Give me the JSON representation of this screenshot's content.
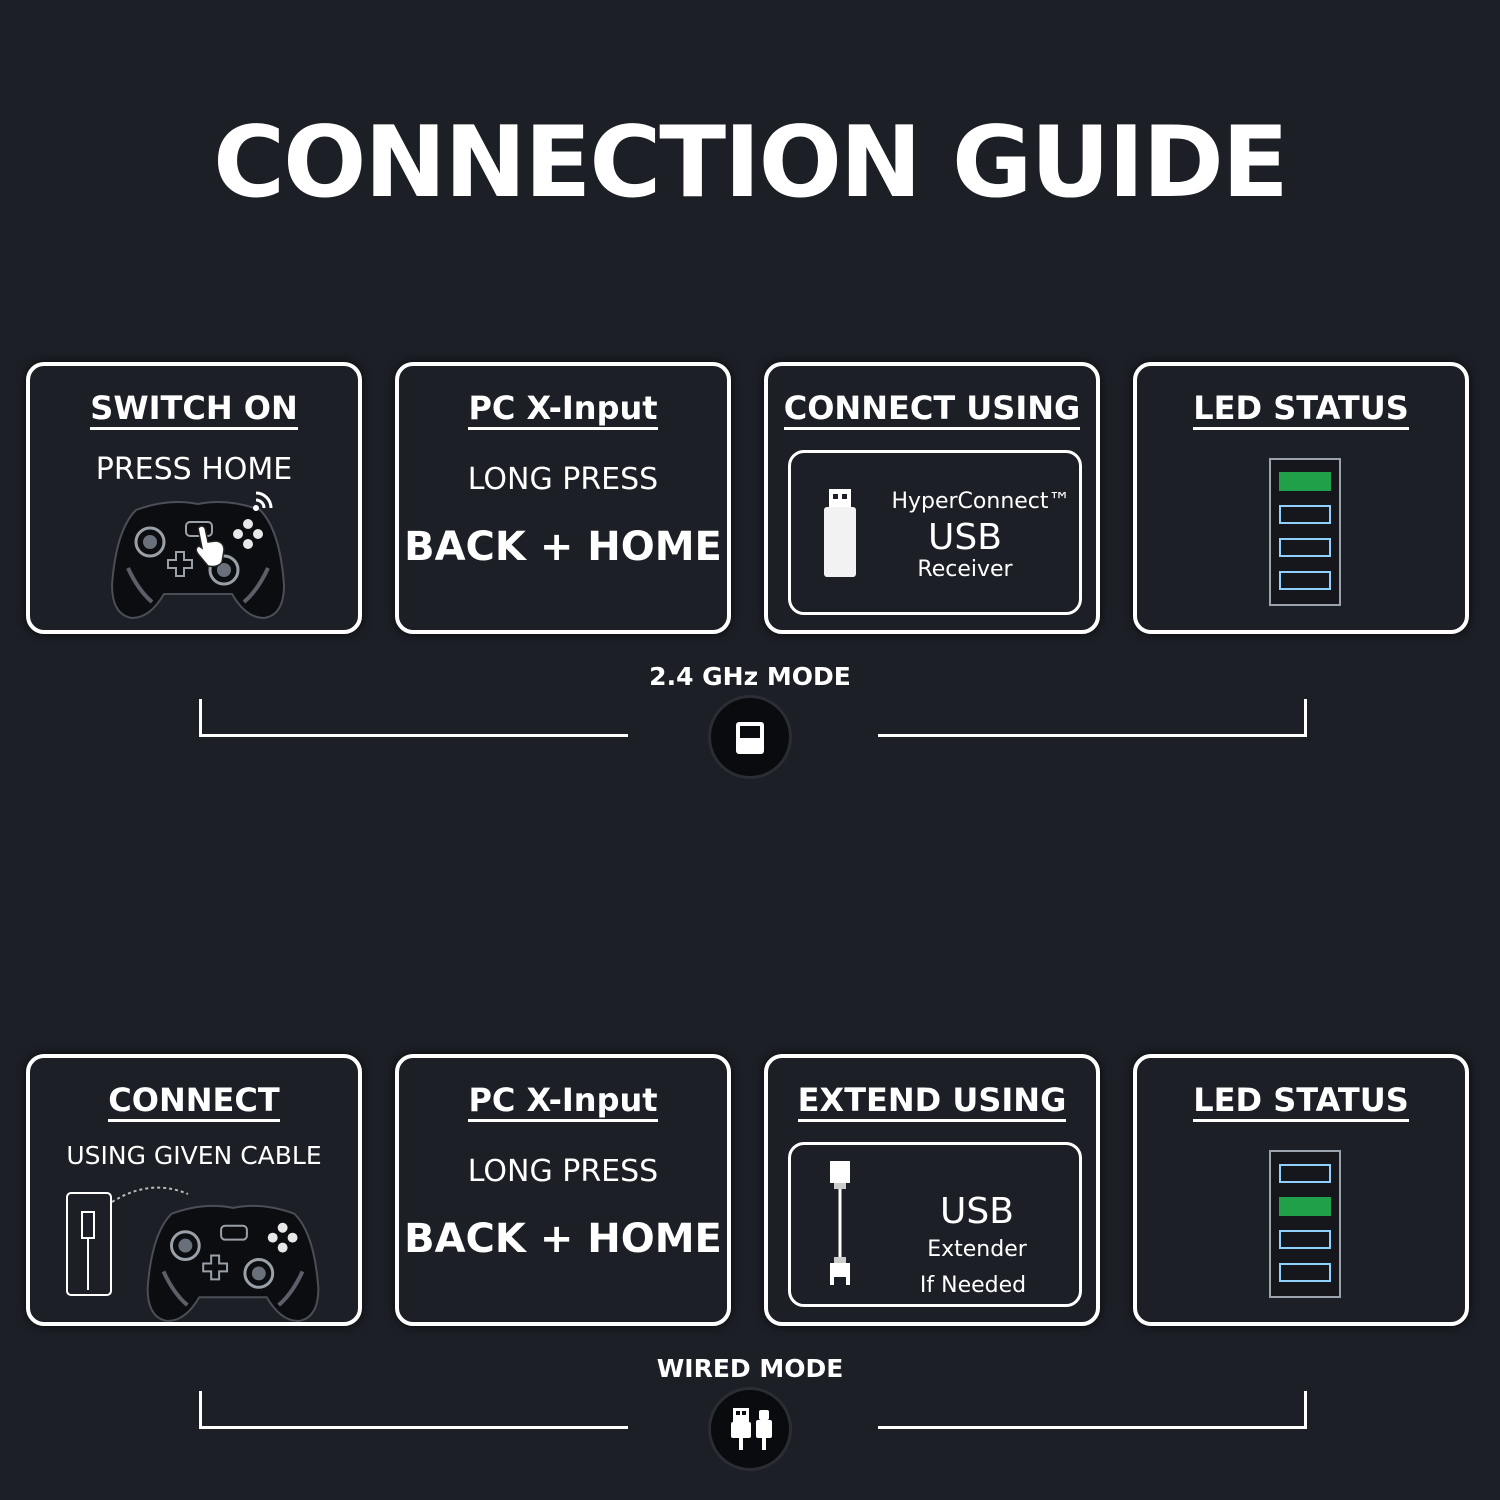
{
  "title": "CONNECTION GUIDE",
  "wireless": {
    "mode_label": "2.4 GHz MODE",
    "switch": {
      "title": "SWITCH ON",
      "sub": "PRESS HOME"
    },
    "pc": {
      "title": "PC X-Input",
      "sub": "LONG PRESS",
      "combo": "BACK + HOME"
    },
    "connect": {
      "title": "CONNECT USING",
      "brand": "HyperConnect™",
      "main": "USB",
      "sub": "Receiver"
    },
    "led": {
      "title": "LED STATUS",
      "lit": [
        1,
        0,
        0,
        0
      ]
    }
  },
  "wired": {
    "mode_label": "WIRED MODE",
    "connect": {
      "title": "CONNECT",
      "sub": "USING GIVEN CABLE"
    },
    "pc": {
      "title": "PC X-Input",
      "sub": "LONG PRESS",
      "combo": "BACK + HOME"
    },
    "extend": {
      "title": "EXTEND USING",
      "main": "USB",
      "sub": "Extender",
      "note": "If Needed"
    },
    "led": {
      "title": "LED STATUS",
      "lit": [
        0,
        1,
        0,
        0
      ]
    }
  },
  "icons": {
    "controller": "gamepad-icon",
    "receiver": "usb-dongle-icon",
    "cable": "usb-cable-icon",
    "phone": "phone-icon",
    "wireless": "wifi-signal-icon",
    "hand": "pointer-hand-icon",
    "mode_24": "usb-receiver-icon",
    "mode_wired": "usb-plugs-icon"
  },
  "colors": {
    "background": "#1c1f26",
    "led_on": "#1fa049",
    "led_off": "#8fd0ff"
  }
}
